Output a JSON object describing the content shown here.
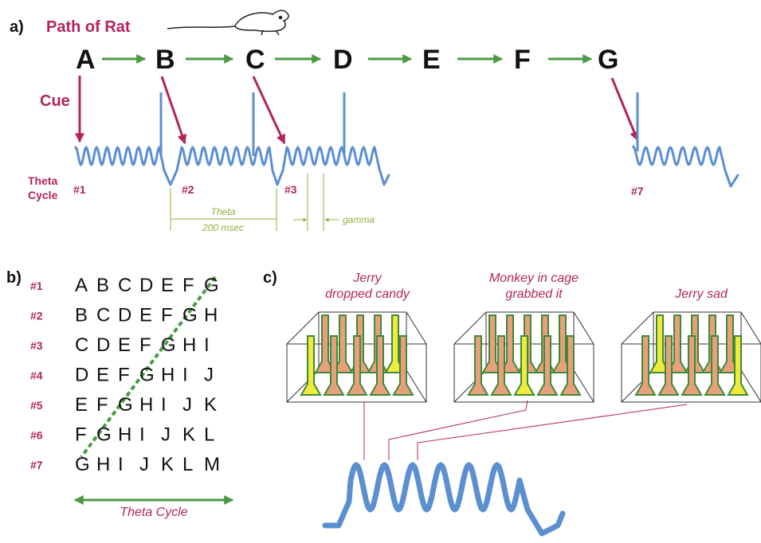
{
  "panel_a": {
    "label": "a)",
    "path_title": "Path of Rat",
    "nodes": [
      "A",
      "B",
      "C",
      "D",
      "E",
      "F",
      "G"
    ],
    "cue_label": "Cue",
    "theta_label_line1": "Theta",
    "theta_label_line2": "Cycle",
    "cycle_labels": [
      "#1",
      "#2",
      "#3",
      "#7"
    ],
    "theta_measure_line1": "Theta",
    "theta_measure_line2": "200 msec",
    "gamma_label": "gamma"
  },
  "panel_b": {
    "label": "b)",
    "rows": [
      {
        "num": "#1",
        "letters": [
          "A",
          "B",
          "C",
          "D",
          "E",
          "F",
          "G"
        ]
      },
      {
        "num": "#2",
        "letters": [
          "B",
          "C",
          "D",
          "E",
          "F",
          "G",
          "H"
        ]
      },
      {
        "num": "#3",
        "letters": [
          "C",
          "D",
          "E",
          "F",
          "G",
          "H",
          "I"
        ]
      },
      {
        "num": "#4",
        "letters": [
          "D",
          "E",
          "F",
          "G",
          "H",
          "I",
          "J"
        ]
      },
      {
        "num": "#5",
        "letters": [
          "E",
          "F",
          "G",
          "H",
          "I",
          "J",
          "K"
        ]
      },
      {
        "num": "#6",
        "letters": [
          "F",
          "G",
          "H",
          "I",
          "J",
          "K",
          "L"
        ]
      },
      {
        "num": "#7",
        "letters": [
          "G",
          "H",
          "I",
          "J",
          "K",
          "L",
          "M"
        ]
      }
    ],
    "axis_label": "Theta Cycle"
  },
  "panel_c": {
    "label": "c)",
    "memories": [
      {
        "line1": "Jerry",
        "line2": "dropped candy"
      },
      {
        "line1": "Monkey in cage",
        "line2": "grabbed it"
      },
      {
        "line1": "Jerry sad",
        "line2": ""
      }
    ]
  },
  "colors": {
    "accent_magenta": "#b3245c",
    "arrow_green": "#4d9a45",
    "wave_blue": "#5b8fd0",
    "measure_green": "#8bb33a",
    "neuron_orange": "#e8a07c",
    "neuron_yellow": "#f0ea3c"
  }
}
